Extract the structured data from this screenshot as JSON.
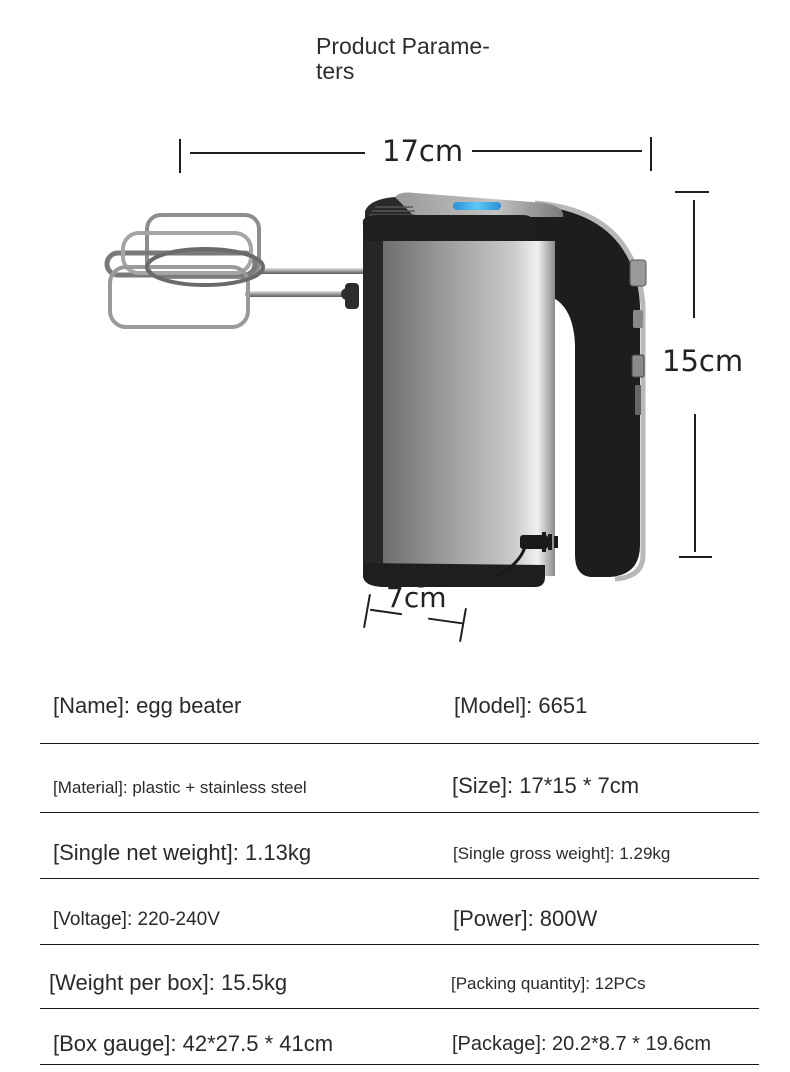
{
  "header": {
    "title": "Product Parameters",
    "title_line1": "Product Parame-",
    "title_line2": "ters"
  },
  "dimensions": {
    "width": "17cm",
    "height": "15cm",
    "depth": "7cm"
  },
  "product_image": {
    "description": "Stainless steel hand mixer (egg beater) with two whisk attachments",
    "accent_color": "#3aa6e8"
  },
  "specs": [
    {
      "left": {
        "label": "[Name]",
        "value": "egg beater",
        "text": "[Name]: egg beater"
      },
      "right": {
        "label": "[Model]",
        "value": "6651",
        "text": "[Model]: 6651"
      }
    },
    {
      "left": {
        "label": "[Material]",
        "value": "plastic + stainless steel",
        "text": "[Material]: plastic + stainless steel"
      },
      "right": {
        "label": "[Size]",
        "value": "17*15 * 7cm",
        "text": "[Size]: 17*15 * 7cm"
      }
    },
    {
      "left": {
        "label": "[Single net weight]",
        "value": "1.13kg",
        "text": "[Single net weight]: 1.13kg"
      },
      "right": {
        "label": "[Single gross weight]",
        "value": "1.29kg",
        "text": "[Single gross weight]: 1.29kg"
      }
    },
    {
      "left": {
        "label": "[Voltage]",
        "value": "220-240V",
        "text": "[Voltage]: 220-240V"
      },
      "right": {
        "label": "[Power]",
        "value": "800W",
        "text": "[Power]: 800W"
      }
    },
    {
      "left": {
        "label": "[Weight per box]",
        "value": "15.5kg",
        "text": "[Weight per box]: 15.5kg"
      },
      "right": {
        "label": "[Packing quantity]",
        "value": "12PCs",
        "text": "[Packing quantity]: 12PCs"
      }
    },
    {
      "left": {
        "label": "[Box gauge]",
        "value": "42*27.5 * 41cm",
        "text": "[Box gauge]: 42*27.5 * 41cm"
      },
      "right": {
        "label": "[Package]",
        "value": "20.2*8.7 * 19.6cm",
        "text": "[Package]: 20.2*8.7 * 19.6cm"
      }
    }
  ]
}
